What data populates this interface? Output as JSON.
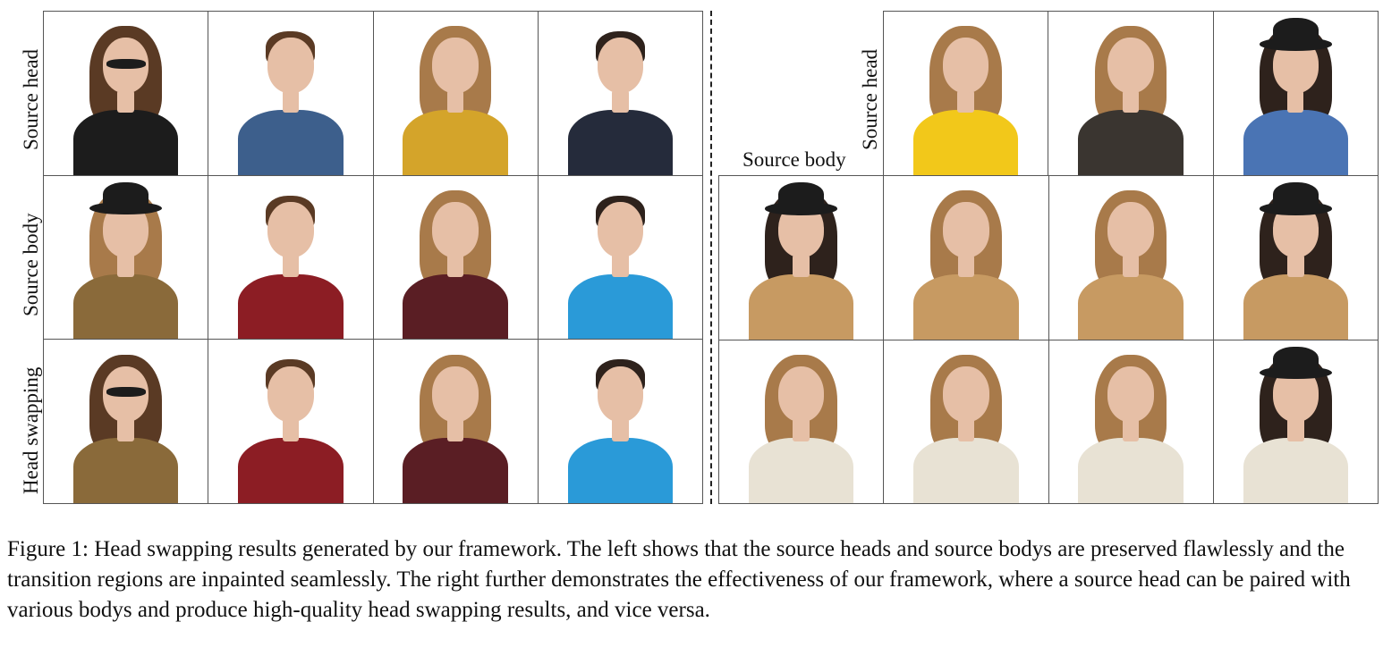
{
  "figure": {
    "left_row_labels": [
      "Source head",
      "Source body",
      "Head swapping"
    ],
    "right_row_label": "Source head",
    "right_col_label": "Source body",
    "caption": "Figure 1: Head swapping results generated by our framework. The left shows that the source heads and source bodys are preserved flawlessly and the transition regions are inpainted seamlessly. The right further demonstrates the effectiveness of our framework, where a source head can be paired with various bodys and produce high-quality head swapping results, and vice versa."
  },
  "palette": {
    "skin": "#e6bfa6",
    "hair_brown": "#5a3a24",
    "hair_light": "#a87a4a",
    "hair_dark": "#2e221c",
    "black": "#1c1c1c",
    "denim": "#3d5f8c",
    "mustard": "#d4a42a",
    "navy": "#252b3b",
    "cardigan": "#8a6a3a",
    "red_cape": "#8c1d24",
    "burgundy_floral": "#5a1e24",
    "cyan_tee": "#2a9ad8",
    "fur": "#c79a62",
    "yellow_top": "#f2c81a",
    "patterned": "#3a3530",
    "blue_top": "#4a74b4",
    "floral_white": "#e8e2d4"
  }
}
